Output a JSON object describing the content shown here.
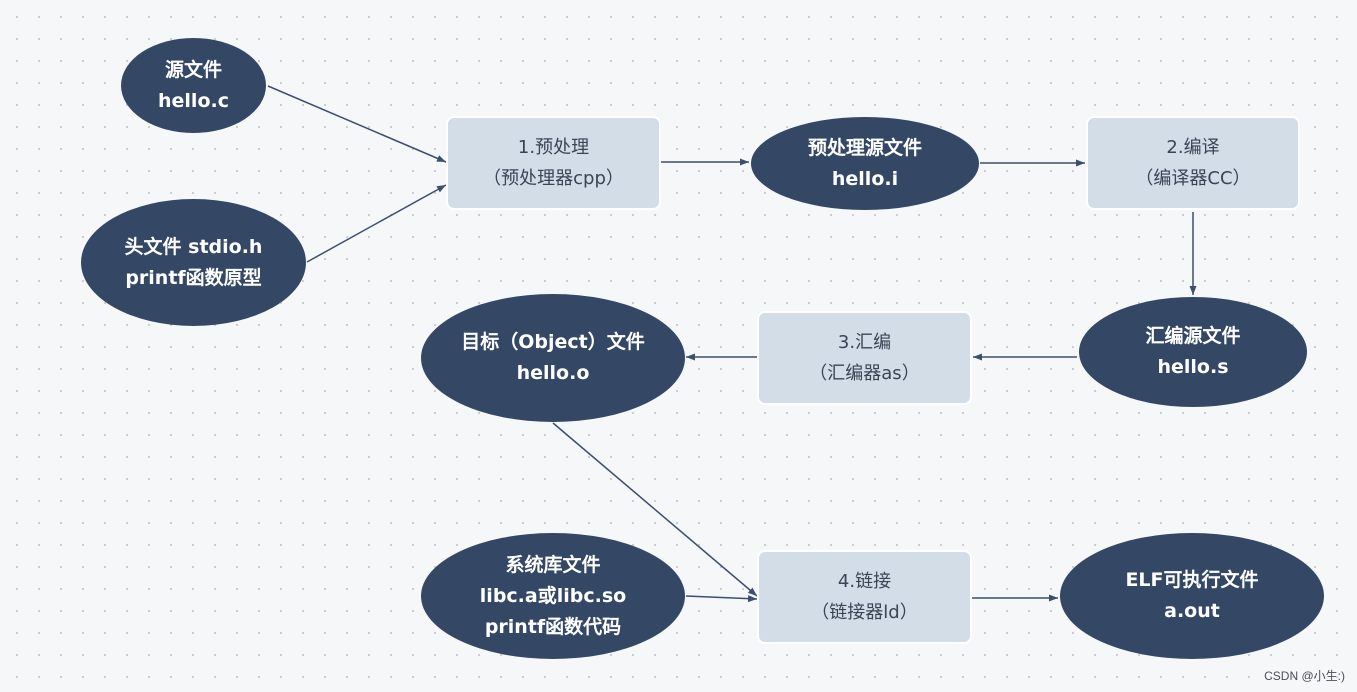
{
  "nodes": {
    "source": {
      "line1": "源文件",
      "line2": "hello.c"
    },
    "header": {
      "line1": "头文件 stdio.h",
      "line2": "printf函数原型"
    },
    "step1": {
      "line1": "1.预处理",
      "line2": "（预处理器cpp）"
    },
    "preprocessed": {
      "line1": "预处理源文件",
      "line2": "hello.i"
    },
    "step2": {
      "line1": "2.编译",
      "line2": "（编译器CC）"
    },
    "assembly": {
      "line1": "汇编源文件",
      "line2": "hello.s"
    },
    "step3": {
      "line1": "3.汇编",
      "line2": "（汇编器as）"
    },
    "object": {
      "line1": "目标（Object）文件",
      "line2": "hello.o"
    },
    "syslib": {
      "line1": "系统库文件",
      "line2": "libc.a或libc.so",
      "line3": "printf函数代码"
    },
    "step4": {
      "line1": "4.链接",
      "line2": "（链接器ld）"
    },
    "executable": {
      "line1": "ELF可执行文件",
      "line2": "a.out"
    }
  },
  "colors": {
    "ellipse": "#344866",
    "box": "#d3dde8",
    "edge": "#3d4f6e"
  },
  "watermark": "CSDN @小生:)"
}
